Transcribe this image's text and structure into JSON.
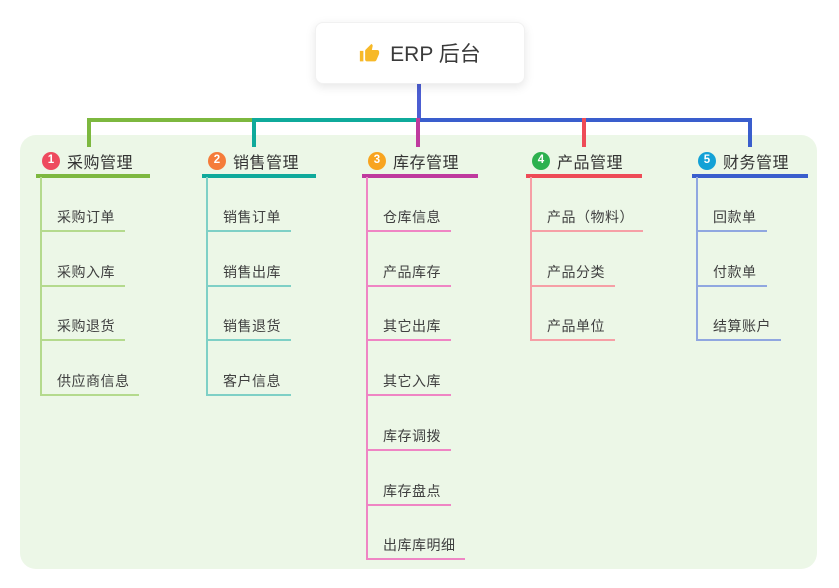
{
  "root": {
    "title": "ERP 后台",
    "icon": "thumbs-up-icon",
    "icon_color": "#f7b928",
    "stem_color": "#4c5ed2"
  },
  "panel": {
    "background": "#ecf7e7"
  },
  "branches": [
    {
      "number": "1",
      "title": "采购管理",
      "badge_color": "#ee4a5e",
      "line_color": "#7db83f",
      "child_line_color": "#b4da8d",
      "children": [
        "采购订单",
        "采购入库",
        "采购退货",
        "供应商信息"
      ]
    },
    {
      "number": "2",
      "title": "销售管理",
      "badge_color": "#f57c3a",
      "line_color": "#0faa9b",
      "child_line_color": "#7ed0c6",
      "children": [
        "销售订单",
        "销售出库",
        "销售退货",
        "客户信息"
      ]
    },
    {
      "number": "3",
      "title": "库存管理",
      "badge_color": "#f8a41f",
      "line_color": "#bf3a9e",
      "child_line_color": "#ef85c4",
      "children": [
        "仓库信息",
        "产品库存",
        "其它出库",
        "其它入库",
        "库存调拨",
        "库存盘点",
        "出库库明细"
      ]
    },
    {
      "number": "4",
      "title": "产品管理",
      "badge_color": "#2db14f",
      "line_color": "#ee4b57",
      "child_line_color": "#f69fa6",
      "children": [
        "产品（物料）",
        "产品分类",
        "产品单位"
      ]
    },
    {
      "number": "5",
      "title": "财务管理",
      "badge_color": "#13a1d6",
      "line_color": "#3a5ecd",
      "child_line_color": "#90a7e0",
      "children": [
        "回款单",
        "付款单",
        "结算账户"
      ]
    }
  ]
}
